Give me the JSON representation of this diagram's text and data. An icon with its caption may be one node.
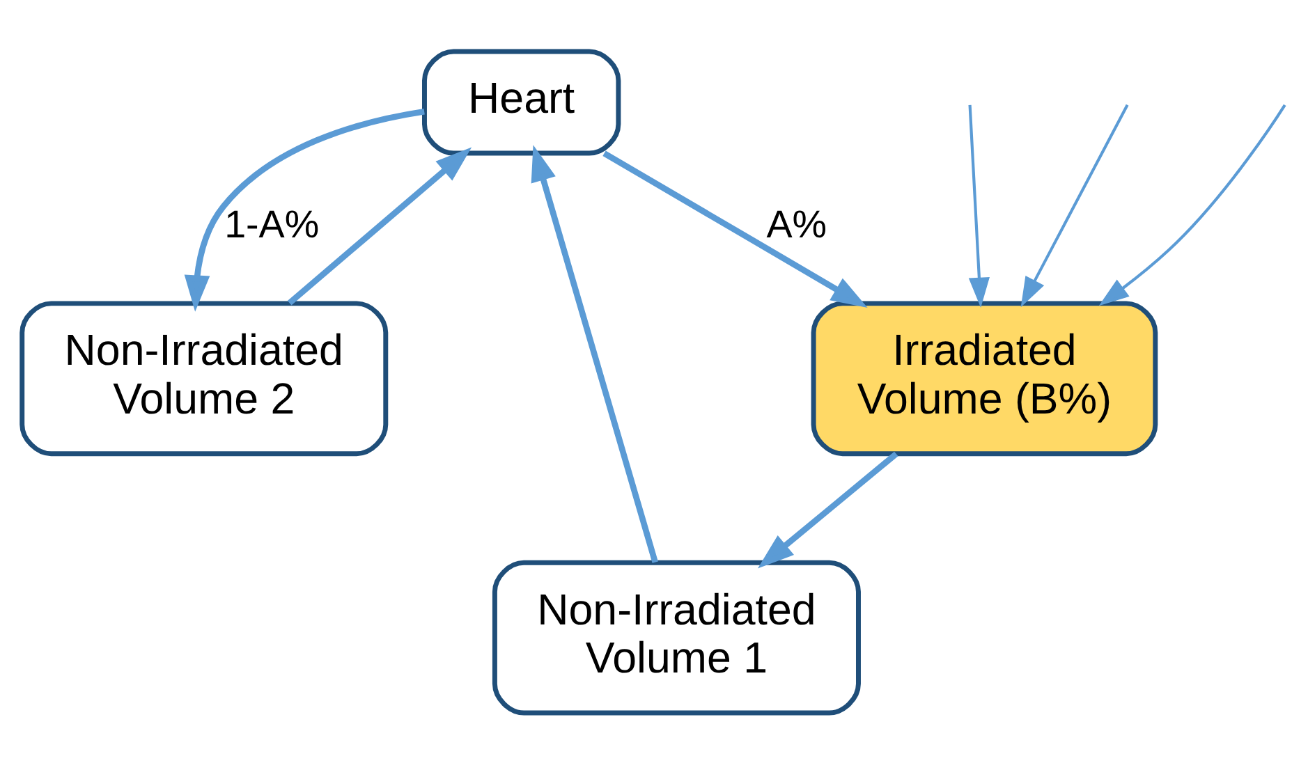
{
  "diagram": {
    "nodes": [
      {
        "text": [
          "Heart"
        ]
      },
      {
        "text": [
          "Irradiated Volume (B%)"
        ]
      },
      {
        "text": [
          "Non-Irradiated Volume 1"
        ]
      },
      {
        "text": [
          "Non-Irradiated Volume 2"
        ]
      }
    ],
    "edges": [
      {
        "from": 0,
        "to": 1,
        "arrow": "to",
        "label": "A%"
      },
      {
        "from": 0,
        "to": 3,
        "arrow": "to",
        "label": "1-A%"
      },
      {
        "from": null,
        "to": 1,
        "arrow": "to"
      },
      {
        "from": null,
        "to": 1,
        "arrow": "to"
      },
      {
        "from": null,
        "to": 1,
        "arrow": "to"
      },
      {
        "from": 1,
        "to": 2,
        "arrow": "to"
      },
      {
        "from": 2,
        "to": 0,
        "arrow": "to"
      },
      {
        "from": 3,
        "to": 0,
        "arrow": "to"
      }
    ]
  }
}
